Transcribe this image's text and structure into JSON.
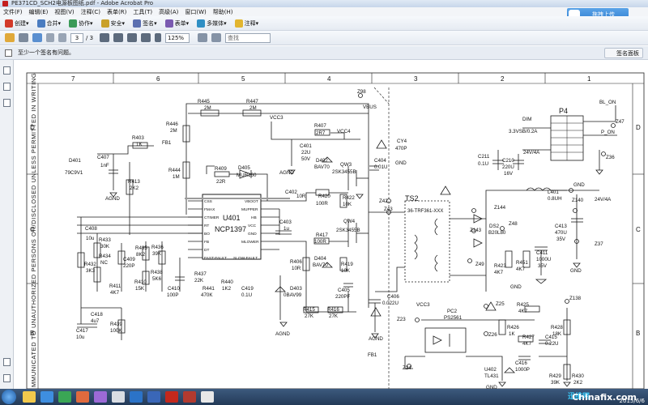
{
  "window": {
    "title": "PE371CD_SCH2电源板图纸.pdf - Adobe Acrobat Pro"
  },
  "menu": [
    "文件(F)",
    "编辑(E)",
    "视图(V)",
    "注释(C)",
    "表单(R)",
    "工具(T)",
    "高级(A)",
    "窗口(W)",
    "帮助(H)"
  ],
  "upload_button": {
    "label": "拖拽上传"
  },
  "toolbar": {
    "create": "创建",
    "merge": "合并",
    "collaborate": "协作",
    "secure": "安全",
    "sign": "签名",
    "forms": "表单",
    "multimedia": "多媒体",
    "comment": "注释"
  },
  "nav": {
    "page_current": "3",
    "page_total": "/ 3",
    "zoom": "125%",
    "find_placeholder": "查找"
  },
  "message_bar": {
    "text": "至少一个签名有问题。",
    "signature_panel": "签名面板"
  },
  "schematic": {
    "columns": [
      "7",
      "6",
      "5",
      "4",
      "3",
      "2",
      "1"
    ],
    "rows": [
      "D",
      "C",
      "B"
    ],
    "side_text": "MMUNICATED TO UNAUTHORIZED PERSONS OR/DISCLOSED UNLESS PERMITTED IN WRITING",
    "labels": {
      "r445": "R445",
      "r445v": "2M",
      "r447": "R447",
      "r447v": "2M",
      "z98": "Z98",
      "vbus": "VBUS",
      "vcc3": "VCC3",
      "r446": "R446",
      "r446v": "2M",
      "r403": "R403",
      "r403v": "1K",
      "fb1": "FB1",
      "d401": "D401",
      "d401v": "79C9V1",
      "c407": "C407",
      "c407v": "1nF",
      "agnd": "AGND",
      "r444": "R444",
      "r444v": "1M",
      "r413": "R413",
      "r413v": "2K2",
      "r409": "R409",
      "r409v": "22R",
      "d405": "D405",
      "d405v": "MUR160",
      "r407": "R407",
      "r407v": "2R7",
      "vcc4": "VCC4",
      "c401": "C401",
      "c401v": "22U",
      "c401v2": "50V",
      "d402": "D402",
      "d402v": "BAV70",
      "qw3": "QW3",
      "qw3v": "2SK3455B",
      "c404": "C404",
      "c404v": "0.01U",
      "cy4": "CY4",
      "cy4v": "470P",
      "gnd": "GND",
      "u401": "U401",
      "ncp": "NCP1397",
      "pin_css": "CSS",
      "pin_fmax": "FMAX",
      "pin_ctimer": "CTIMER",
      "pin_rt": "RT",
      "pin_bo": "BO",
      "pin_fb": "FB",
      "pin_dt": "DT",
      "pin_fastfault": "FAST-FAULT",
      "pin_vboot": "VBOOT",
      "pin_mupper": "MUPPER",
      "pin_hb": "HB",
      "pin_vcc": "VCC",
      "pin_gnd": "GND",
      "pin_mlower": "MLOWER",
      "pin_slowfault": "SLOW-FAULT",
      "c403": "C403",
      "c403v": "1u",
      "c402": "C402",
      "c402v": "10R",
      "r420": "R420",
      "r420v": "100R",
      "r422": "R422",
      "r422v": "10K",
      "qw4": "QW4",
      "qw4v": "2SK3455B",
      "r417": "R417",
      "r417v": "100R",
      "d404": "D404",
      "d404v": "BAV70",
      "r406": "R406",
      "r406v": "10R",
      "r419": "R419",
      "r419v": "10K",
      "c405": "C405",
      "c405v": "220PF",
      "c406": "C406",
      "c406v": "0.022U",
      "ts2": "TS2",
      "ts2v": "36-TRF361-XXX",
      "z42": "Z42",
      "z43": "Z43",
      "c408": "C408",
      "c408v": "10u",
      "r433": "R433",
      "r433v": "30K",
      "r434": "R434",
      "r434v": "NC",
      "r432": "R432",
      "r432v": "3K3",
      "c409": "C409",
      "c409v": "220P",
      "r435": "R435",
      "r435v": "8K2",
      "r436": "R436",
      "r436v": "39K",
      "r411": "R411",
      "r411v": "4K7",
      "r410": "R410",
      "r410v": "15K",
      "r438": "R438",
      "r438v": "5K6",
      "c410": "C410",
      "c410v": "100P",
      "r437": "R437",
      "r437v": "22K",
      "r441": "R441",
      "r441v": "470K",
      "r440": "R440",
      "r440v": "1K2",
      "c419": "C419",
      "c419v": "0.1U",
      "c418": "C418",
      "c418v": "4u7",
      "c417": "C417",
      "c417v": "10u",
      "r439": "R439",
      "r439v": "100K",
      "d403": "D403",
      "d403v": "0BAV99",
      "r415": "R415",
      "r415v": "27K",
      "r416": "R416",
      "r416v": "27K",
      "z23": "Z23",
      "z24": "Z24",
      "pc2": "PC2",
      "pc2v": "PS2561",
      "r426": "R426",
      "r426v": "1K",
      "z26": "Z26",
      "z25": "Z25",
      "r425": "R425",
      "r425v": "4K7",
      "r427": "R427",
      "r427v": "4K7",
      "c415": "C415",
      "c415v": "0.22U",
      "r428": "R428",
      "r428v": "18K",
      "z138": "Z138",
      "c416": "C416",
      "c416v": "1000P",
      "u402": "U402",
      "u402v": "TL431",
      "r429": "R429",
      "r429v": "39K",
      "r430": "R430",
      "r430v": "2K2",
      "p4": "P4",
      "bl_on": "BL_ON",
      "p_on": "P_ON",
      "z47": "Z47",
      "z36": "Z36",
      "v33sb": "3.3VSB/0.2A",
      "dim": "DIM",
      "v24_4a": "24V/4A",
      "c211": "C211",
      "c211v": "0.1U",
      "c210": "C210",
      "c210v": "220U",
      "c210v2": "16V",
      "l401": "L401",
      "l401v": "0.8UH",
      "z140": "Z140",
      "v24out": "24V/4A",
      "z144": "Z144",
      "ds2": "DS2",
      "ds2v": "B20L80",
      "z143": "Z143",
      "z48": "Z48",
      "z49": "Z49",
      "r423": "R423",
      "r423v": "4K7",
      "r451": "R451",
      "r451v": "4K7",
      "c411": "C411",
      "c411v": "1000U",
      "c411v2": "35V",
      "c413": "C413",
      "c413v": "470U",
      "c413v2": "35V",
      "z37": "Z37",
      "fb1b": "FB1"
    }
  },
  "taskbar": {
    "clock": "2015/6/6",
    "watermark": "Chinafix.com",
    "watermark2": "迅维网"
  },
  "colors": {
    "accent": "#2f7ed0",
    "highlight_row": "#9b9b9b",
    "schematic_line": "#1a1a1a",
    "taskbar": "#233a57"
  }
}
